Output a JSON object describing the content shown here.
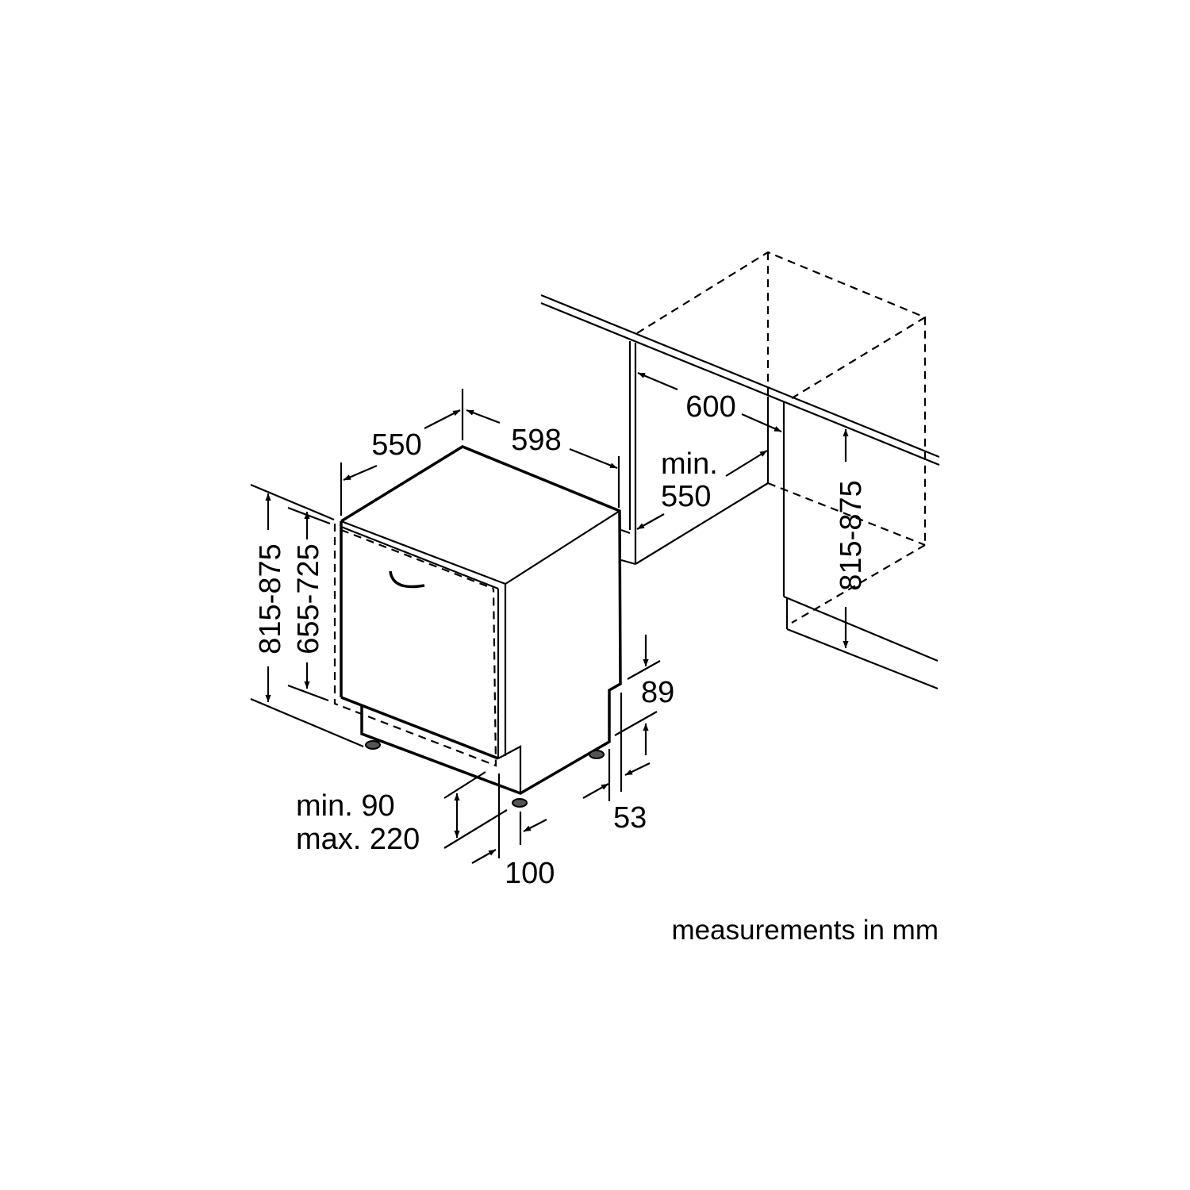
{
  "dimensions": {
    "appliance_height": "815-875",
    "door_height": "655-725",
    "depth": "550",
    "width": "598",
    "niche_width": "600",
    "niche_depth_prefix": "min.",
    "niche_depth": "550",
    "niche_height": "815-875",
    "dim_89": "89",
    "dim_53": "53",
    "plinth_min": "min. 90",
    "plinth_max": "max. 220",
    "dim_100": "100"
  },
  "note": "measurements in mm",
  "colors": {
    "line": "#000000",
    "background": "#ffffff"
  }
}
